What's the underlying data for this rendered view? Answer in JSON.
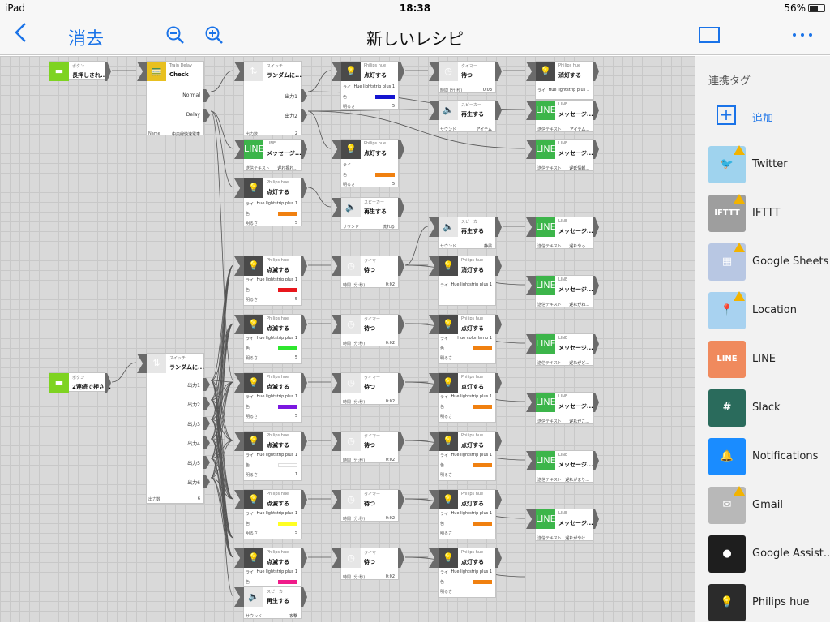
{
  "statusbar": {
    "device": "iPad",
    "time": "18:38",
    "battery": "56%"
  },
  "navbar": {
    "back_icon": "chevron-left-icon",
    "delete_label": "消去",
    "title": "新しいレシピ",
    "zoom_out_icon": "zoom-out-icon",
    "zoom_in_icon": "zoom-in-icon",
    "panel_icon": "panel-toggle-icon",
    "more_icon": "more-icon"
  },
  "sidepanel": {
    "title": "連携タグ",
    "add_label": "追加",
    "services": [
      {
        "label": "Twitter",
        "color": "#9fd3ee",
        "icon": "twitter-icon",
        "glyph": "🐦",
        "warn": true
      },
      {
        "label": "IFTTT",
        "color": "#9e9e9e",
        "icon": "ifttt-icon",
        "glyph": "IFTTT",
        "warn": true
      },
      {
        "label": "Google Sheets",
        "color": "#b8c7e3",
        "icon": "google-sheets-icon",
        "glyph": "▦",
        "warn": true
      },
      {
        "label": "Location",
        "color": "#a8d2f0",
        "icon": "location-icon",
        "glyph": "📍",
        "warn": true
      },
      {
        "label": "LINE",
        "color": "#f08a5d",
        "icon": "line-icon",
        "glyph": "LINE",
        "warn": false
      },
      {
        "label": "Slack",
        "color": "#2a6b5c",
        "icon": "slack-icon",
        "glyph": "#",
        "warn": false
      },
      {
        "label": "Notifications",
        "color": "#1a8cff",
        "icon": "notifications-icon",
        "glyph": "🔔",
        "warn": false
      },
      {
        "label": "Gmail",
        "color": "#b8b8b8",
        "icon": "gmail-icon",
        "glyph": "✉",
        "warn": true
      },
      {
        "label": "Google Assist...",
        "color": "#1e1e1e",
        "icon": "google-assistant-icon",
        "glyph": "●",
        "warn": false
      },
      {
        "label": "Philips hue",
        "color": "#2b2b2b",
        "icon": "philips-hue-icon",
        "glyph": "💡",
        "warn": false
      }
    ]
  },
  "canvas": {
    "button1": {
      "label": "ボタン",
      "action": "長押しされ..."
    },
    "traindelay": {
      "label": "Train Delay",
      "action": "Check",
      "out1": "Normal",
      "out2": "Delay",
      "name_label": "Name",
      "name_value": "中央線快速電車"
    },
    "switch1": {
      "label": "スイッチ",
      "action": "ランダムに...",
      "out1": "出力1",
      "out2": "出力2",
      "count_label": "出力数",
      "count_value": "2"
    },
    "button2": {
      "label": "ボタン",
      "action": "2連続で押さ..."
    },
    "switch2": {
      "label": "スイッチ",
      "action": "ランダムに...",
      "outs": [
        "出力1",
        "出力2",
        "出力3",
        "出力4",
        "出力5",
        "出力6"
      ],
      "count_label": "出力数",
      "count_value": "6"
    },
    "hue_label": "Philips hue",
    "hue_light_row": "ライ",
    "hue_light_value": "Hue lightstrip plus 1",
    "hue_color_lamp": "Hue color lamp 1",
    "color_row": "色",
    "bright_row": "明るさ",
    "timer_label": "タイマー",
    "timer_action": "待つ",
    "timer_row": "時間 (分:秒)",
    "speaker_label": "スピーカー",
    "speaker_action": "再生する",
    "sound_row": "サウンド",
    "line_label": "LINE",
    "line_action": "メッセージ...",
    "line_row": "送信テキスト",
    "action_on": "点灯する",
    "action_off": "消灯する",
    "action_blink": "点滅する",
    "row1_hue1": {
      "bright": "5"
    },
    "row1_timer": {
      "time": "0:03"
    },
    "row1_hue2": {
      "action": "消灯する"
    },
    "row2_speaker": {
      "sound": "アイテム"
    },
    "row2_line1": {
      "text": "アイテム..."
    },
    "line_top": {
      "text": "遅延情報..."
    },
    "hue_mid": {
      "action": "点灯する",
      "bright": "5"
    },
    "line_mid": {
      "text": "遅れ振れ..."
    },
    "hue_top2": {
      "bright": "5"
    },
    "speaker_mid": {
      "sound": "流れる"
    },
    "speaker_r": {
      "sound": "静粛"
    },
    "line_r1": {
      "text": "遅れやっ..."
    },
    "blink_rows": [
      {
        "bright": "5",
        "color": "#e8161c",
        "timer": "0:02",
        "line_text": "遅れがね..."
      },
      {
        "bright": "5",
        "color": "#2ee62e",
        "timer": "0:02",
        "line_text": "遅れがど..."
      },
      {
        "bright": "5",
        "color": "#7b17e0",
        "timer": "0:02",
        "line_text": "遅れがこ..."
      },
      {
        "bright": "1",
        "color": "#ffffff",
        "timer": "0:02",
        "line_text": "遅れがまり..."
      },
      {
        "bright": "5",
        "color": "#ffff22",
        "timer": "0:02",
        "line_text": "遅れがやけ..."
      },
      {
        "bright": "5",
        "color": "#f01b8a",
        "timer": "0:02",
        "line_text": ""
      }
    ],
    "speaker_bottom": {
      "sound": "攻撃"
    }
  }
}
